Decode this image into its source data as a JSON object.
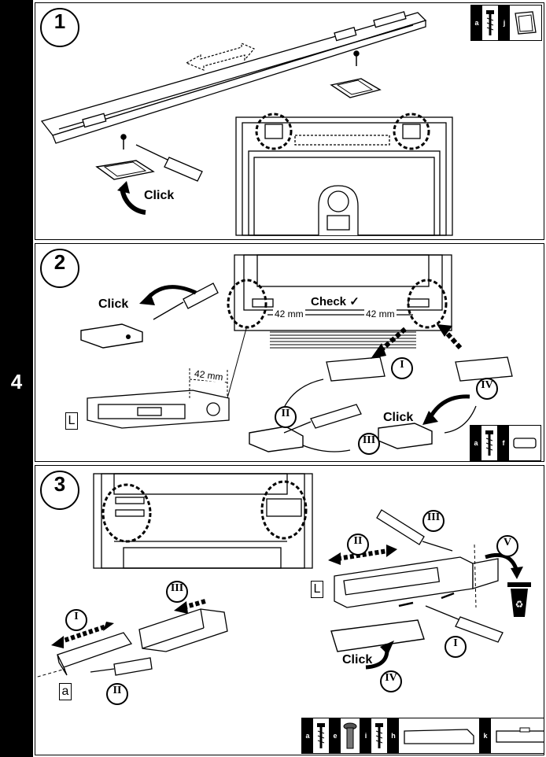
{
  "section_number": "4",
  "panels": [
    {
      "step": "1",
      "click_label": "Click",
      "kit_tags": [
        "a",
        "j"
      ]
    },
    {
      "step": "2",
      "click_label_top": "Click",
      "check_label": "Check",
      "dim_left": "42 mm",
      "dim_right": "42 mm",
      "dim_bracket": "42 mm",
      "side_label": "L",
      "click_label_bottom": "Click",
      "roman": [
        "I",
        "II",
        "III",
        "IV"
      ],
      "kit_tags": [
        "a",
        "f"
      ]
    },
    {
      "step": "3",
      "side_label_left": "a",
      "side_label_right": "L",
      "click_label": "Click",
      "roman_left": [
        "I",
        "II",
        "III"
      ],
      "roman_right": [
        "II",
        "III",
        "V",
        "I",
        "IV"
      ],
      "kit_tags": [
        "a",
        "e",
        "i",
        "h",
        "k"
      ]
    }
  ]
}
